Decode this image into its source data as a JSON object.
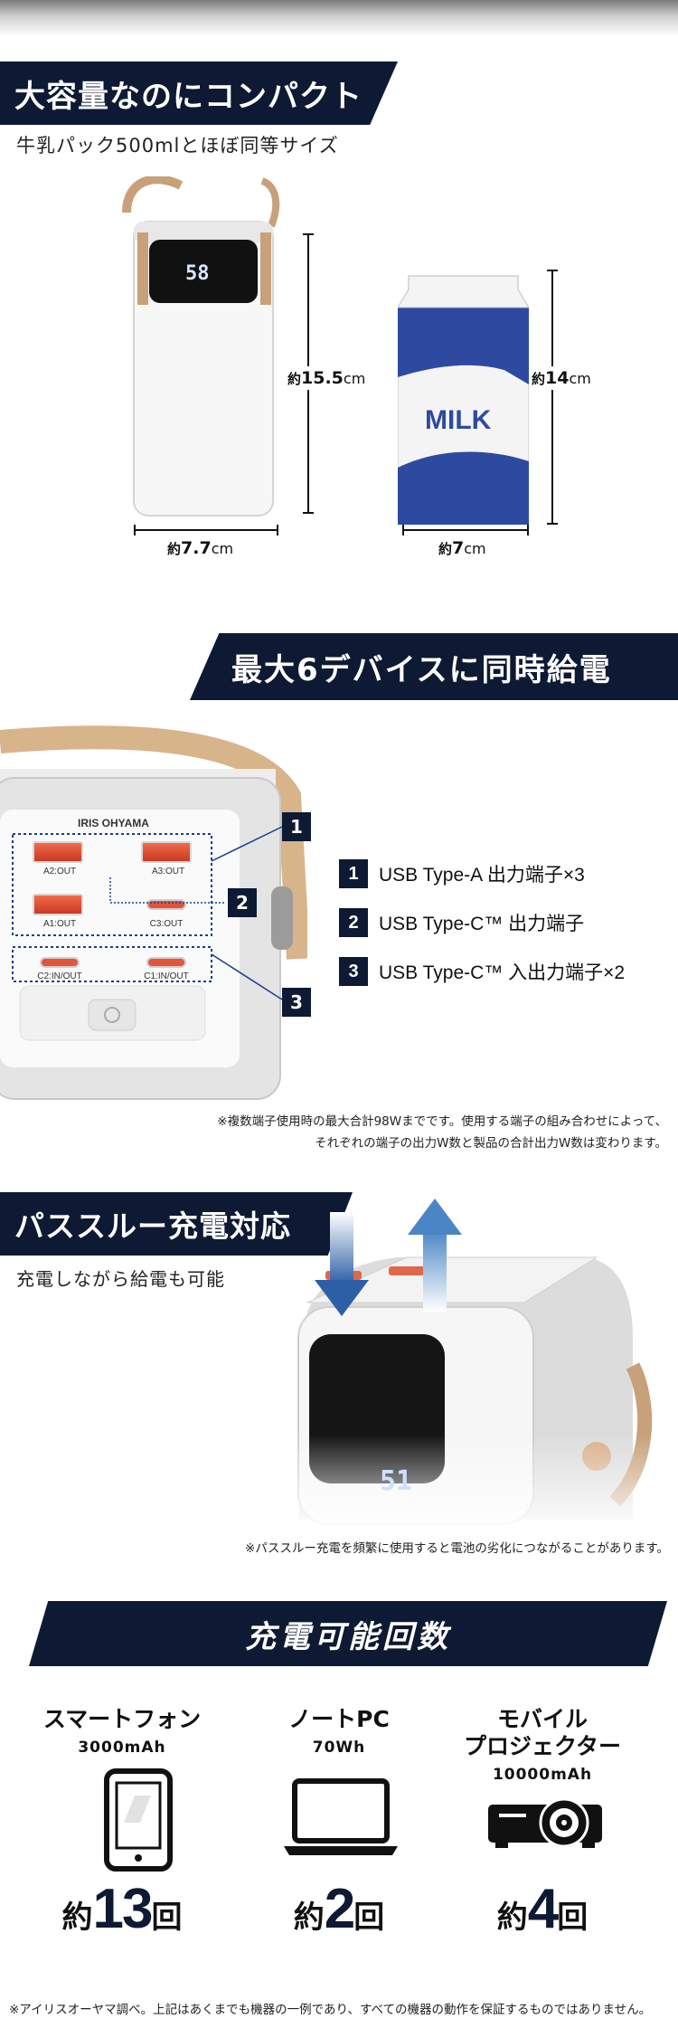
{
  "section_capacity": {
    "heading": "大容量なのにコンパクト",
    "subheading": "牛乳パック500mlとほぼ同等サイズ",
    "powerbank_height": {
      "prefix": "約",
      "value": "15.5",
      "unit": "cm"
    },
    "powerbank_width": {
      "prefix": "約",
      "value": "7.7",
      "unit": "cm"
    },
    "milk_height": {
      "prefix": "約",
      "value": "14",
      "unit": "cm"
    },
    "milk_width": {
      "prefix": "約",
      "value": "7",
      "unit": "cm"
    },
    "milk_label": "MILK",
    "display_readout": "58"
  },
  "section_ports": {
    "heading": "最大6デバイスに同時給電",
    "brand": "IRIS OHYAMA",
    "port_labels": {
      "a2": "A2:OUT",
      "a3": "A3:OUT",
      "a1": "A1:OUT",
      "c3": "C3:OUT",
      "c2": "C2:IN/OUT",
      "c1": "C1:IN/OUT"
    },
    "items": [
      {
        "num": "1",
        "text": "USB Type-A 出力端子×3"
      },
      {
        "num": "2",
        "text": "USB Type-C™ 出力端子"
      },
      {
        "num": "3",
        "text": "USB Type-C™ 入出力端子×2"
      }
    ],
    "note_line1": "※複数端子使用時の最大合計98Wまでです。使用する端子の組み合わせによって、",
    "note_line2": "それぞれの端子の出力W数と製品の合計出力W数は変わります。"
  },
  "section_passthrough": {
    "heading": "パススルー充電対応",
    "subheading": "充電しながら給電も可能",
    "display_readout": "51",
    "note": "※パススルー充電を頻繁に使用すると電池の劣化につながることがあります。"
  },
  "section_charge": {
    "heading": "充電可能回数",
    "devices": [
      {
        "name": "スマートフォン",
        "capacity": "3000mAh",
        "prefix": "約",
        "count": "13",
        "suffix": "回",
        "icon": "smartphone-icon"
      },
      {
        "name": "ノートPC",
        "capacity": "70Wh",
        "prefix": "約",
        "count": "2",
        "suffix": "回",
        "icon": "laptop-icon"
      },
      {
        "name_line1": "モバイル",
        "name_line2": "プロジェクター",
        "capacity": "10000mAh",
        "prefix": "約",
        "count": "4",
        "suffix": "回",
        "icon": "projector-icon"
      }
    ],
    "footnote": "※アイリスオーヤマ調べ。上記はあくまでも機器の一例であり、すべての機器の動作を保証するものではありません。"
  },
  "colors": {
    "navy": "#0e1a33",
    "accent_blue": "#2e4aa0",
    "strap": "#c8a07a"
  }
}
